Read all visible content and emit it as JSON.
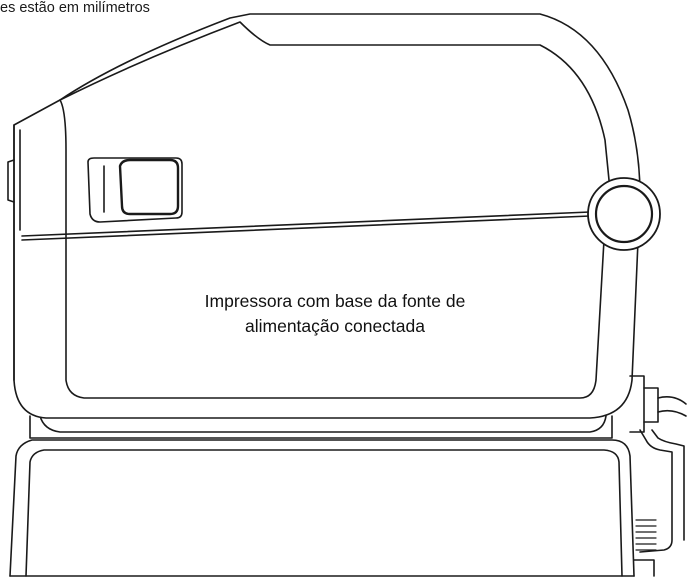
{
  "header_note": "es estão em milímetros",
  "label": {
    "line1": "Impressora com base da fonte de",
    "line2": "alimentação conectada"
  },
  "colors": {
    "stroke": "#1a1a1a",
    "fill": "#ffffff",
    "text": "#111111"
  }
}
